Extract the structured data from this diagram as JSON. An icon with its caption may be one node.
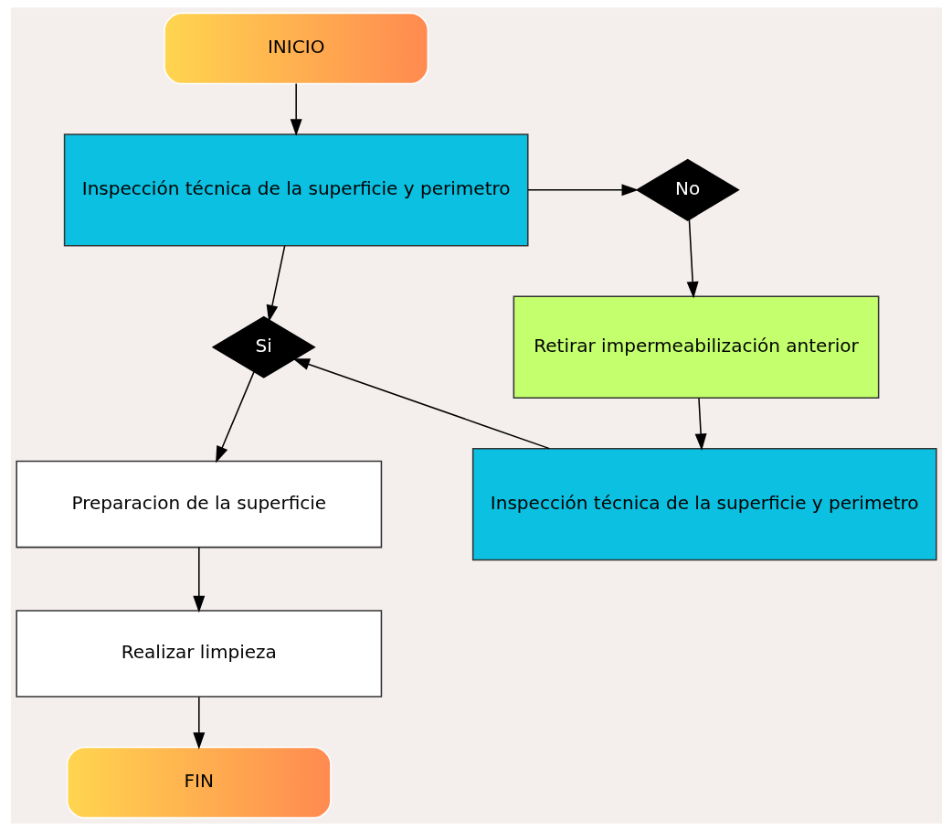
{
  "diagram": {
    "nodes": [
      {
        "text": [
          "INICIO"
        ]
      },
      {
        "text": [
          "Inspección técnica de la superficie y perimetro"
        ]
      },
      {
        "text": [
          "No"
        ]
      },
      {
        "text": [
          "Si"
        ]
      },
      {
        "text": [
          "Retirar impermeabilización anterior"
        ]
      },
      {
        "text": [
          "Preparacion de la superficie"
        ]
      },
      {
        "text": [
          "Inspección técnica de la superficie y perimetro"
        ]
      },
      {
        "text": [
          "Realizar limpieza"
        ]
      },
      {
        "text": [
          "FIN"
        ]
      }
    ],
    "edges": [
      {
        "from": 0,
        "to": 1,
        "arrow": "to"
      },
      {
        "from": 1,
        "to": 2,
        "arrow": "to"
      },
      {
        "from": 1,
        "to": 3,
        "arrow": "to"
      },
      {
        "from": 2,
        "to": 4,
        "arrow": "to"
      },
      {
        "from": 4,
        "to": 6,
        "arrow": "to"
      },
      {
        "from": 6,
        "to": 3,
        "arrow": "to"
      },
      {
        "from": 3,
        "to": 5,
        "arrow": "to"
      },
      {
        "from": 5,
        "to": 7,
        "arrow": "to"
      },
      {
        "from": 7,
        "to": 8,
        "arrow": "to"
      }
    ]
  }
}
